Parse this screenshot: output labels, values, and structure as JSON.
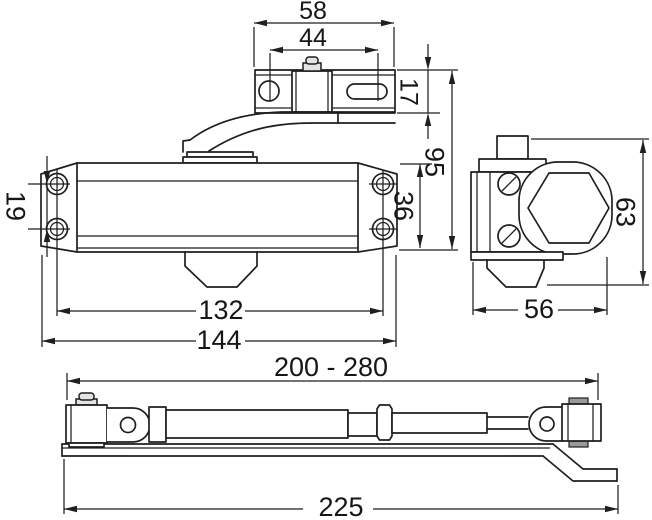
{
  "drawing": {
    "background": "#ffffff",
    "line_color": "#1f1f1f",
    "views": {
      "side_view": "door closer body with mounting bracket and arm",
      "end_view": "door closer end profile with hex housing",
      "arm_view": "adjustable arm and slide bar assembly"
    },
    "dimensions": {
      "top_plate_width": "58",
      "top_plate_hole_spacing": "44",
      "top_plate_height": "17",
      "total_height": "95",
      "body_height": "36",
      "mount_hole_gap": "19",
      "mount_hole_span": "132",
      "body_length": "144",
      "end_height": "63",
      "end_width": "56",
      "arm_reach": "200 - 280",
      "slide_bar_length": "225"
    }
  }
}
